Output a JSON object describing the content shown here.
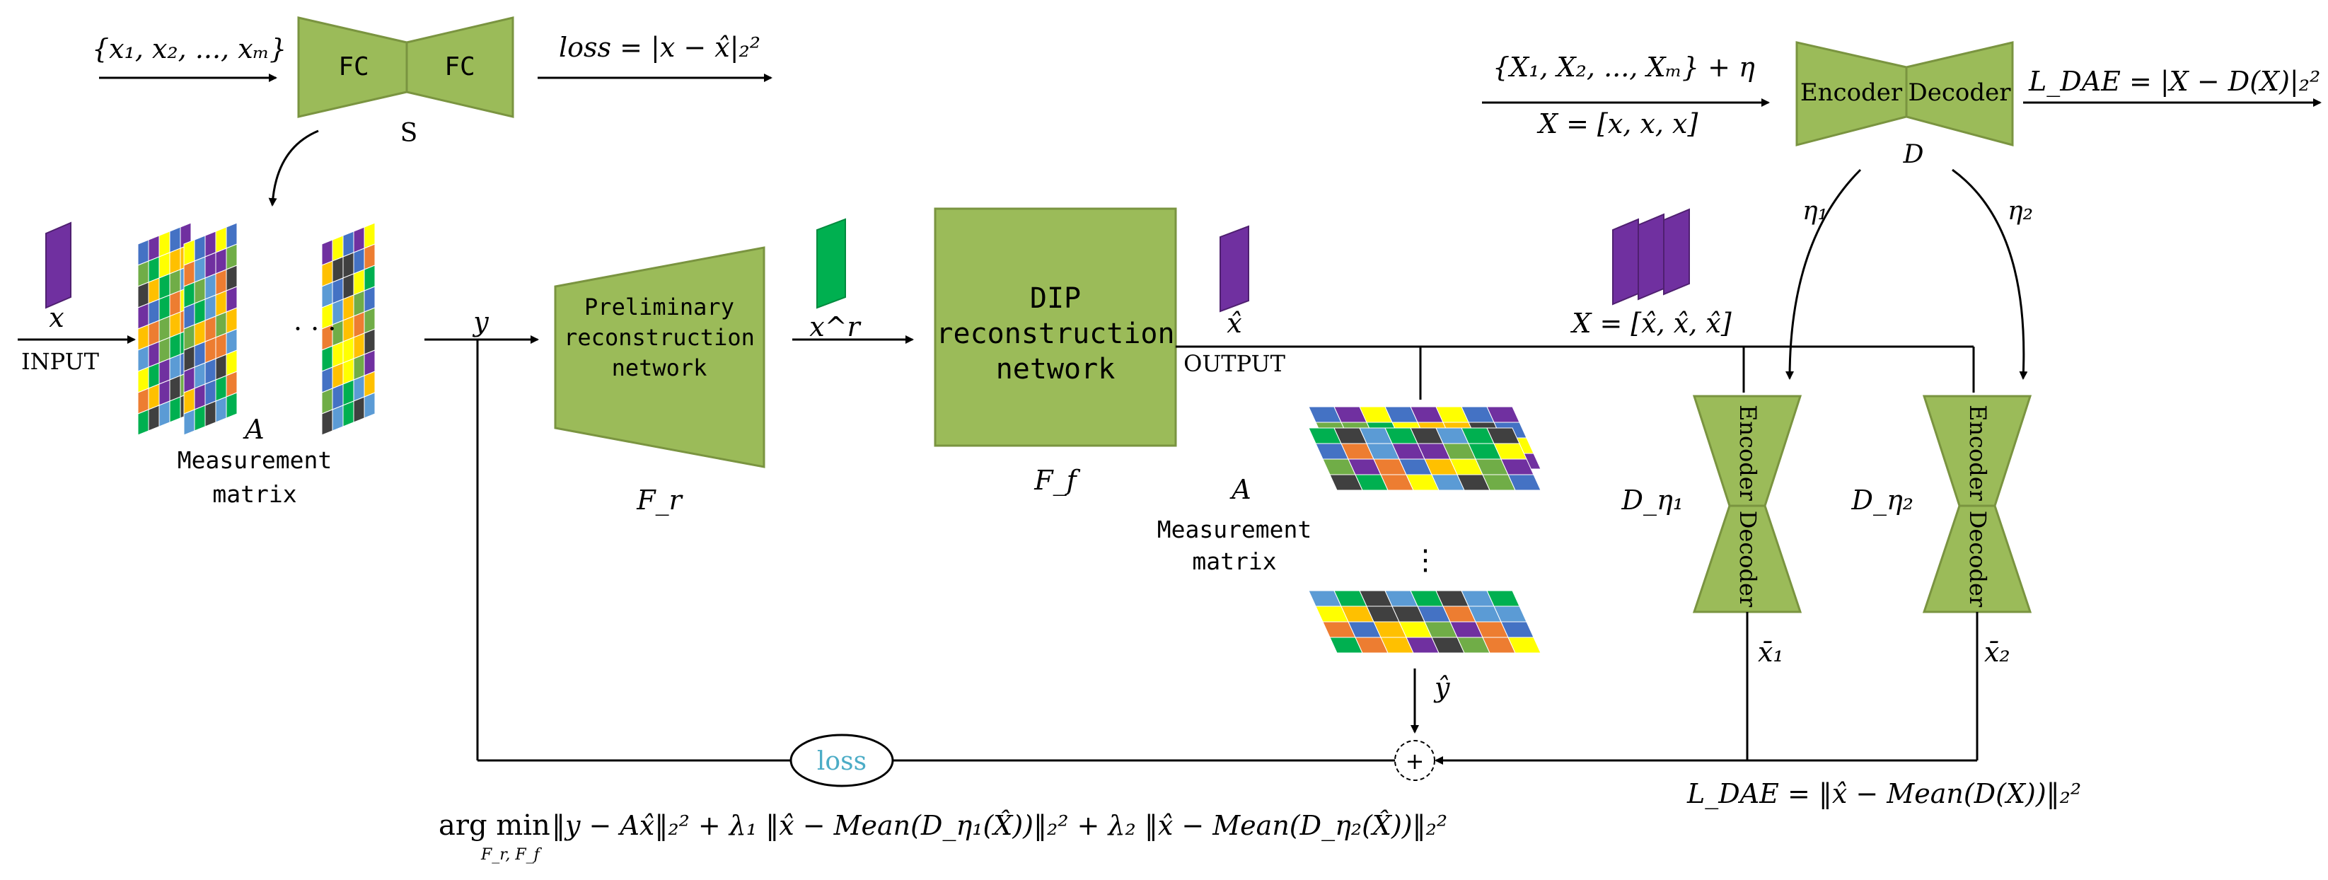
{
  "colors": {
    "block": "#9bbb59",
    "signal_purple": "#7030a0",
    "signal_green": "#00b050",
    "loss_text": "#4bacc6",
    "matrix_palette": [
      "#4472c4",
      "#ffc000",
      "#00b050",
      "#7030a0",
      "#ed7d31",
      "#404040",
      "#ffff00",
      "#70ad47",
      "#5b9bd5"
    ]
  },
  "s_net": {
    "input": "{x₁, x₂, ..., xₘ}",
    "left_block": "FC",
    "right_block": "FC",
    "name": "S",
    "loss": "loss = |x − x̂|₂²"
  },
  "dae": {
    "input_line1": "{X₁, X₂, ..., Xₘ} + η",
    "input_line2": "X = [x, x, x]",
    "encoder": "Encoder",
    "decoder": "Decoder",
    "name": "D",
    "loss": "L_DAE = |X − D(X)|₂²",
    "eta1": "η₁",
    "eta2": "η₂"
  },
  "input": {
    "symbol": "x",
    "label": "INPUT"
  },
  "measurement": {
    "symbol": "A",
    "line1": "Measurement",
    "line2": "matrix",
    "dots": "· · ·"
  },
  "y_label": "y",
  "preliminary": {
    "line1": "Preliminary",
    "line2": "reconstruction",
    "line3": "network",
    "name": "F_r"
  },
  "x_r_label": "x^r",
  "dip": {
    "line1": "DIP",
    "line2": "reconstruction",
    "line3": "network",
    "name": "F_f"
  },
  "output": {
    "symbol": "x̂",
    "label": "OUTPUT"
  },
  "x_hat_stack_label": "X = [x̂, x̂, x̂]",
  "measurement2": {
    "symbol": "A",
    "line1": "Measurement",
    "line2": "matrix",
    "dots": "⋮",
    "y_hat": "ŷ"
  },
  "d_eta1": {
    "name": "D_η₁",
    "encoder": "Encoder",
    "decoder": "Decoder",
    "out": "x̄₁"
  },
  "d_eta2": {
    "name": "D_η₂",
    "encoder": "Encoder",
    "decoder": "Decoder",
    "out": "x̄₂"
  },
  "sum_symbol": "+",
  "loss_label": "loss",
  "l_dae_bottom": "L_DAE = ‖x̂ − Mean(D(X))‖₂²",
  "objective": {
    "argmin": "arg min",
    "sub": "F_r, F_f",
    "expr": "‖y − Ax̂‖₂² + λ₁ ‖x̂ − Mean(D_η₁(X̂))‖₂² + λ₂ ‖x̂ − Mean(D_η₂(X̂))‖₂²"
  }
}
